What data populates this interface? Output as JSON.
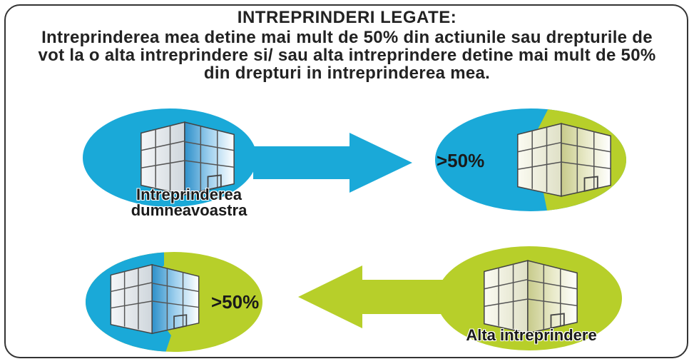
{
  "diagram": {
    "title": "INTREPRINDERI  LEGATE:",
    "subtitle": "Intreprinderea mea detine mai mult de 50% din actiunile sau drepturile de vot la o alta intreprindere si/ sau alta intreprindere detine mai mult de 50% din drepturi in intreprinderea mea.",
    "nodes": {
      "own_company_label": "Intreprinderea dumneavoastra",
      "other_company_label": "Alta intreprindere",
      "top_right_percent": ">50%",
      "bottom_left_percent": ">50%"
    },
    "colors": {
      "blue": "#1aa9d8",
      "green": "#b7cf2a",
      "text": "#1a1a1a"
    },
    "icons": [
      "building-icon",
      "arrow-right-icon",
      "arrow-left-icon"
    ]
  }
}
